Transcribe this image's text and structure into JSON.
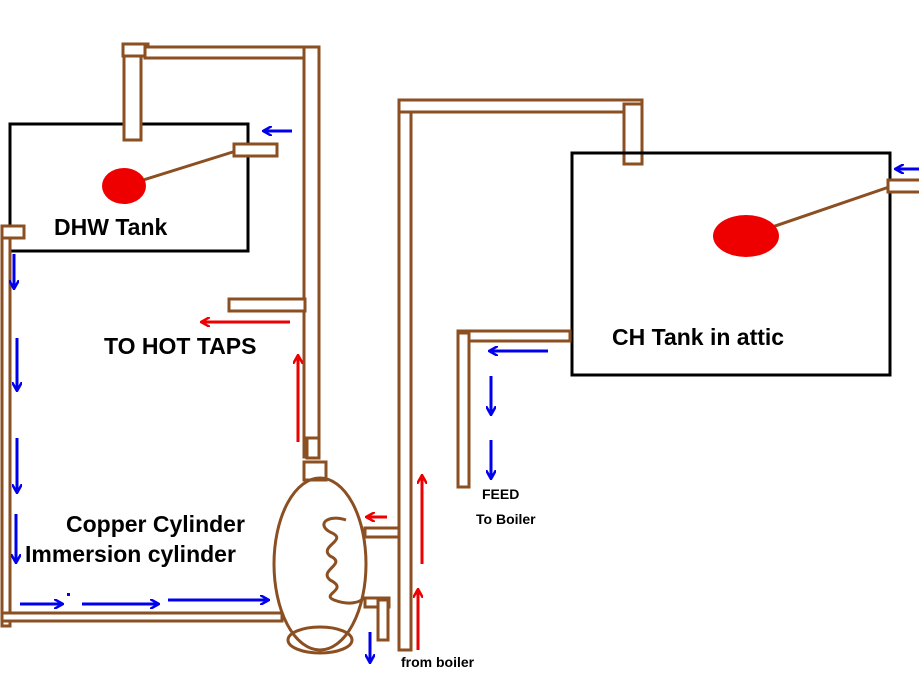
{
  "colors": {
    "pipe": "#8b4f22",
    "tank_outline": "#000000",
    "float_ball": "#ee0000",
    "cold_flow_arrow": "#0000ee",
    "hot_flow_arrow": "#ee0000"
  },
  "labels": {
    "dhw_tank": "DHW Tank",
    "to_hot_taps": "TO HOT TAPS",
    "copper_cylinder": "Copper Cylinder",
    "immersion_cylinder": "Immersion cylinder",
    "ch_tank": "CH Tank in attic",
    "feed": "FEED",
    "to_boiler": "To Boiler",
    "from_boiler": "from boiler"
  }
}
